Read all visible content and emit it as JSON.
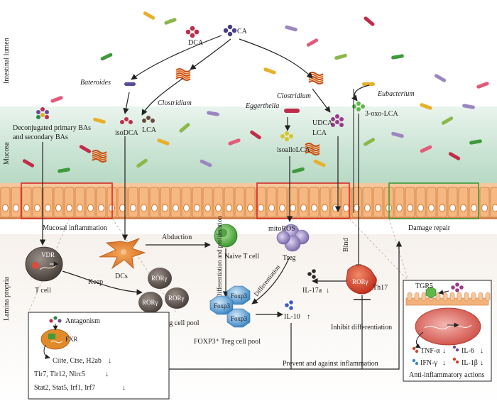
{
  "regions": {
    "lumen": "Intestinal lumen",
    "mucosa": "Mucosa",
    "lamina": "Lamina propria"
  },
  "bile_acids": {
    "ca": "CA",
    "dca": "DCA",
    "deconj_line1": "Deconjugated primary BAs",
    "deconj_line2": "and secondary BAs",
    "isodca": "isoDCA",
    "lca_left": "LCA",
    "isoallolca": "isoalloLCA",
    "udca": "UDCA",
    "lca_right": "LCA",
    "oxolca": "3-oxo-LCA"
  },
  "bacteria": {
    "bacteroides": "Bateroides",
    "clostridium_left": "Clostridium",
    "clostridium_right": "Clostridium",
    "eggerthella": "Eggerthella",
    "eubacterium": "Eubacterium"
  },
  "labels": {
    "mucosal_inflammation": "Mucosal inflammation",
    "damage_repair": "Damage repair",
    "dcs": "DCs",
    "abduction": "Abduction",
    "naive_t": "Naive T cell",
    "treg": "Treg",
    "mitoros": "mitoROS",
    "bind": "Bind",
    "vdr": "VDR",
    "t_cell": "T cell",
    "keep": "Keep",
    "rorg": "RORγ",
    "rorg_pool": "RORγ⁺ Treg cell pool",
    "diff_prolif": "Differentiation and proliferation",
    "differentiation": "Differentiation",
    "foxp3": "Foxp3",
    "foxp3_pool": "FOXP3⁺ Treg cell pool",
    "il10": "IL-10",
    "il17a": "IL-17a",
    "th17": "Th17",
    "inhibit": "Inhibit differentiation",
    "prevent": "Prevent and against inflammation"
  },
  "inset_left": {
    "antagonism": "Antagonism",
    "fxr": "FXR",
    "row1": "Ciite, Ctse, H2ab",
    "row2": "Tlr7, Tlr12, Nlrc5",
    "row3": "Stat2, Stat5, Irf1, Irf7"
  },
  "inset_right": {
    "tgr5": "TGR5",
    "tnf": "TNF-α",
    "il6": "IL-6",
    "ifn": "IFN-γ",
    "il1b": "IL-1β",
    "title": "Anti-inflammatory actions"
  },
  "colors": {
    "mucosa_green": "#cfe6d6",
    "cell_orange": "#f2b27a",
    "red_box": "#d62b2b",
    "green_box": "#3a9b3a",
    "naive_green": "#5fb84a",
    "treg_purple": "#9b8cc4",
    "foxp3_blue": "#6aa7d8",
    "rorg_red": "#d9412b",
    "dc_orange": "#e07d2a"
  }
}
